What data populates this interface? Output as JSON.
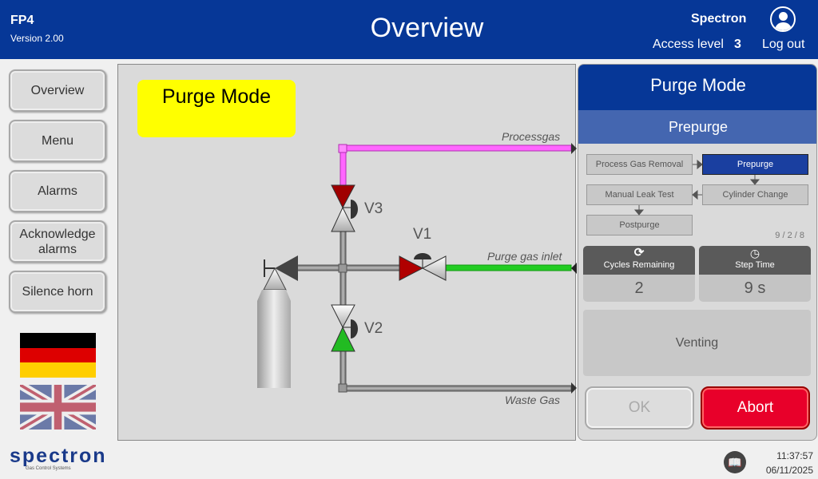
{
  "header": {
    "device": "FP4",
    "version": "Version 2.00",
    "title": "Overview",
    "user": "Spectron",
    "access_label": "Access level",
    "access_value": "3",
    "logout": "Log out"
  },
  "nav": [
    "Overview",
    "Menu",
    "Alarms",
    "Acknowledge alarms",
    "Silence horn"
  ],
  "diagram": {
    "mode_badge": "Purge Mode",
    "labels": {
      "processgas": "Processgas",
      "purge_inlet": "Purge gas inlet",
      "waste": "Waste Gas",
      "v1": "V1",
      "v2": "V2",
      "v3": "V3"
    },
    "colors": {
      "processgas": "#ff66ff",
      "purge": "#22cc22",
      "pipe": "#8a8a8a"
    }
  },
  "panel": {
    "title": "Purge Mode",
    "subtitle": "Prepurge",
    "steps": [
      "Process Gas Removal",
      "Prepurge",
      "Cylinder Change",
      "Manual Leak Test",
      "Postpurge"
    ],
    "active_step": "Prepurge",
    "counter": "9 / 2 / 8",
    "cycles_label": "Cycles Remaining",
    "cycles_value": "2",
    "step_time_label": "Step Time",
    "step_time_value": "9 s",
    "status": "Venting",
    "ok": "OK",
    "abort": "Abort"
  },
  "footer": {
    "logo": "spectron",
    "logo_sub": "Gas Control Systems",
    "time": "11:37:57",
    "date": "06/11/2025"
  }
}
